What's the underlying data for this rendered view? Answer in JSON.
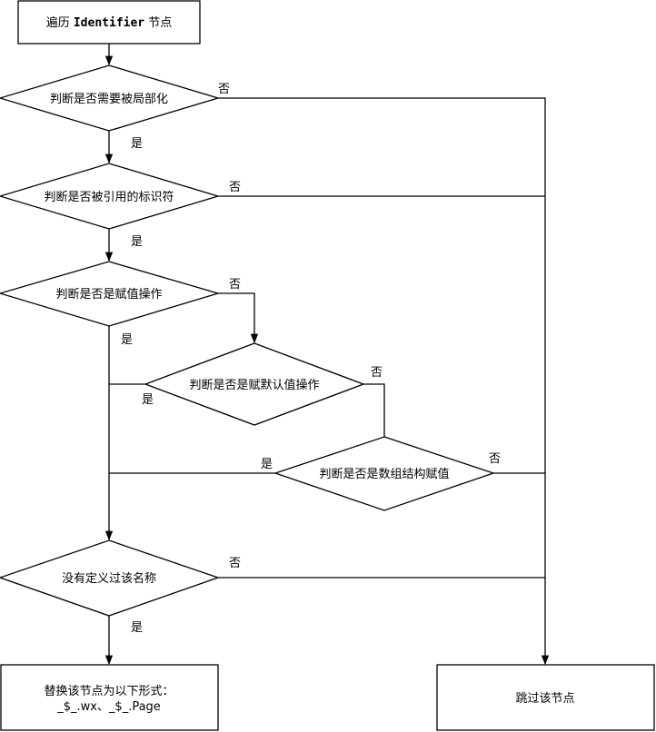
{
  "nodes": {
    "start": {
      "prefix": "遍历 ",
      "code": "Identifier",
      "suffix": " 节点"
    },
    "d1": "判断是否需要被局部化",
    "d2": "判断是否被引用的标识符",
    "d3": "判断是否是赋值操作",
    "d4": "判断是否是赋默认值操作",
    "d5": "判断是否是数组结构赋值",
    "d6": "没有定义过该名称",
    "replace_line1": "替换该节点为以下形式：",
    "replace_line2": "_$_.wx、_$_.Page",
    "skip": "跳过该节点"
  },
  "labels": {
    "yes": "是",
    "no": "否"
  }
}
